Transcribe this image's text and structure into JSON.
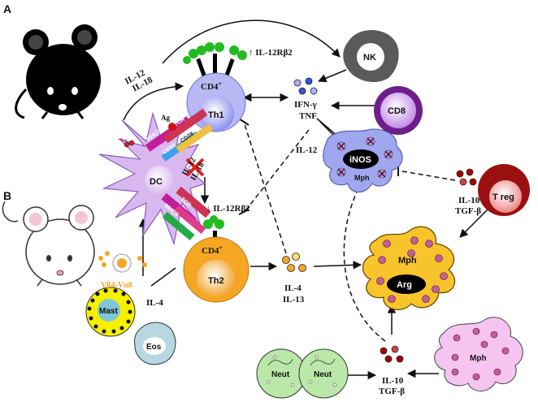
{
  "panels": {
    "a": "A",
    "b": "B"
  },
  "cells": {
    "dc": "DC",
    "th1": "Th1",
    "th2": "Th2",
    "cd4_th1": "CD4+",
    "cd4_th2": "CD4+",
    "nk": "NK",
    "cd8": "CD8",
    "mph_m1": "Mph",
    "inos": "iNOS",
    "treg": "T reg",
    "mph_m2": "Mph",
    "arg": "Arg",
    "mast": "Mast",
    "eos": "Eos",
    "neut1": "Neut",
    "neut2": "Neut",
    "mph_bottom": "Mph"
  },
  "receptors": {
    "ag": "Ag",
    "mhcii_top": "MHCII",
    "tcr_top": "TCR",
    "cd80": "CD80",
    "cd28": "CD28",
    "mhcii_bottom": "MHCII",
    "tcr_bottom": "TCR",
    "cd86": "CD86"
  },
  "labels": {
    "il12_il18": "IL-12\nIL-18",
    "il12rb2_up": "↑ IL-12Rβ2",
    "ifn_tnf": "IFN-γ\nTNF",
    "il12_mid": "IL-12",
    "il12_il18_blocked": "IL-12\nIL-18",
    "il12rb2_down": "↓ IL-12Rβ2",
    "il10_tgfb_right": "IL-10\nTGF-β",
    "vb4_va8": "Vβ4-Vα8",
    "il4_left": "IL-4",
    "il4_il13": "IL-4\nIL-13",
    "il10_tgfb_bottom": "IL-10\nTGF-β"
  },
  "colors": {
    "dc": "#d8b8ee",
    "th1": "#b8b8f4",
    "th2": "#f5a623",
    "m1": "#9fa8ee",
    "m2": "#f7c52b",
    "treg": "#9a1010",
    "neut": "#b9e8a8",
    "mph_bottom": "#f5c4f0",
    "mast": "#f7f000",
    "eos": "#b7d8e3",
    "nk": "#555555",
    "receptor_green": "#22bb22",
    "cytokine_blue": "#3355dd",
    "cytokine_orange": "#f5a623",
    "cytokine_red": "#aa0000"
  }
}
